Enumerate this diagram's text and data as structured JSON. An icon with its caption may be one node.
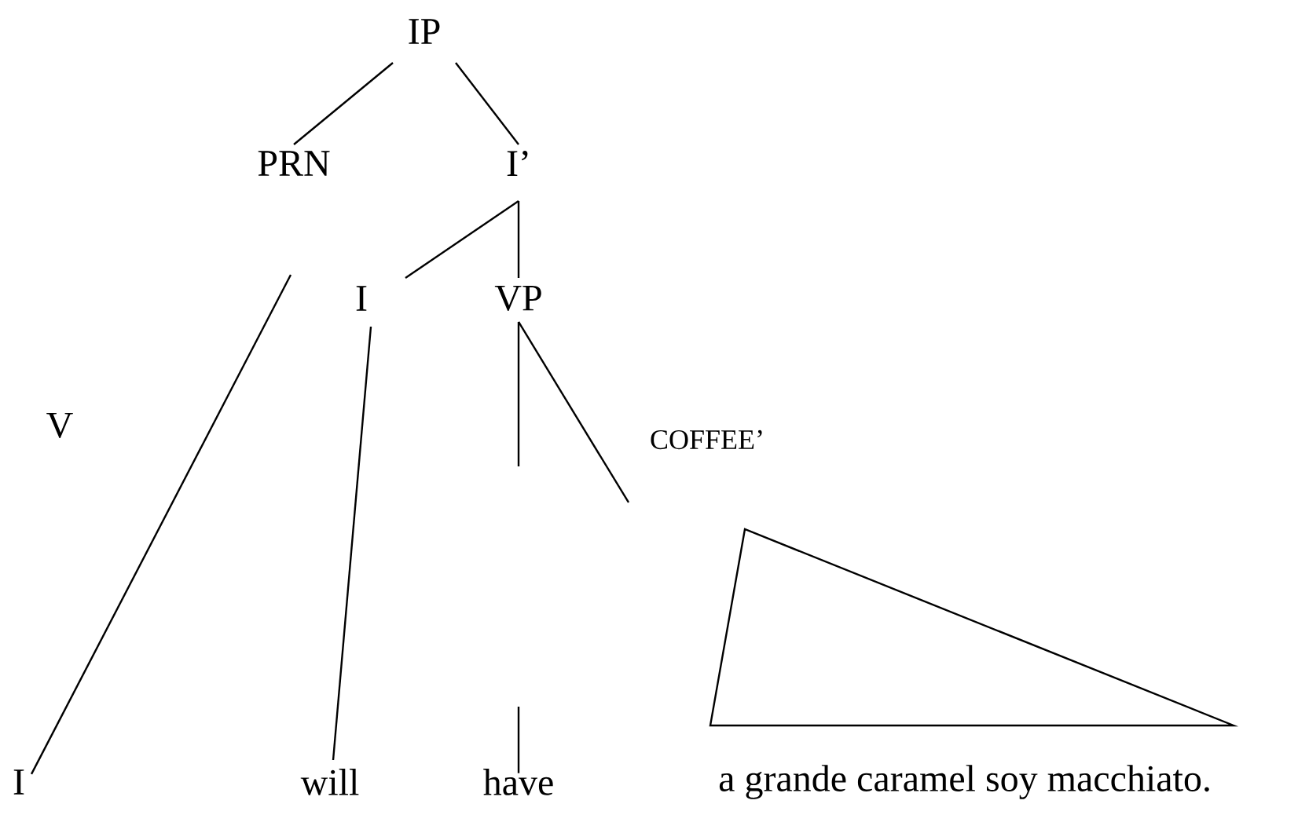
{
  "diagram": {
    "nodes": [
      {
        "text": [
          "IP"
        ]
      },
      {
        "text": [
          "PRN"
        ]
      },
      {
        "text": [
          "I’"
        ]
      },
      {
        "text": [
          "I"
        ]
      },
      {
        "text": [
          "VP"
        ]
      },
      {
        "text": [
          "V"
        ]
      },
      {
        "text": [
          "COFFEE’"
        ]
      },
      {
        "text": [
          "I"
        ]
      },
      {
        "text": [
          "will"
        ]
      },
      {
        "text": [
          "have"
        ]
      },
      {
        "text": [
          "a grande caramel soy macchiato."
        ]
      },
      {
        "text": [],
        "shape": "triangle"
      }
    ],
    "edges": [
      {
        "from": 0,
        "to": 1,
        "arrow": "none"
      },
      {
        "from": 0,
        "to": 2,
        "arrow": "none"
      },
      {
        "from": 2,
        "to": 3,
        "arrow": "none"
      },
      {
        "from": 2,
        "to": 4,
        "arrow": "none"
      },
      {
        "from": null,
        "to": 7,
        "arrow": "none"
      },
      {
        "from": 3,
        "to": 8,
        "arrow": "none"
      },
      {
        "from": 4,
        "to": null,
        "arrow": "none"
      },
      {
        "from": 4,
        "to": 6,
        "arrow": "none"
      },
      {
        "from": null,
        "to": 9,
        "arrow": "none"
      }
    ]
  }
}
